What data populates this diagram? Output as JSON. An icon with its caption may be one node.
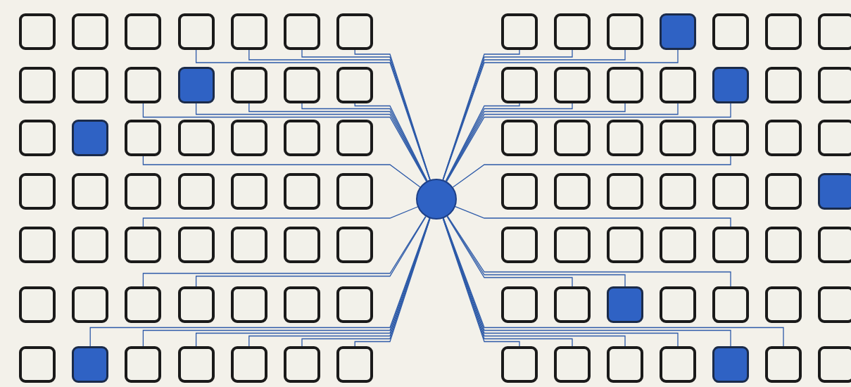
{
  "diagram": {
    "nodes": [
      {
        "text": [],
        "shape": "box"
      },
      {
        "text": [],
        "shape": "box"
      },
      {
        "text": [],
        "shape": "box"
      },
      {
        "text": [],
        "shape": "box"
      },
      {
        "text": [],
        "shape": "box"
      },
      {
        "text": [],
        "shape": "box"
      },
      {
        "text": [],
        "shape": "box"
      },
      {
        "text": [],
        "shape": "box"
      },
      {
        "text": [],
        "shape": "box"
      },
      {
        "text": [],
        "shape": "box"
      },
      {
        "text": [],
        "shape": "box"
      },
      {
        "text": [],
        "shape": "box"
      },
      {
        "text": [],
        "shape": "box"
      },
      {
        "text": [],
        "shape": "box"
      },
      {
        "text": [],
        "shape": "box"
      },
      {
        "text": [],
        "shape": "box"
      },
      {
        "text": [],
        "shape": "box"
      },
      {
        "text": [],
        "shape": "box"
      },
      {
        "text": [],
        "shape": "box"
      },
      {
        "text": [],
        "shape": "box"
      },
      {
        "text": [],
        "shape": "box"
      },
      {
        "text": [],
        "shape": "box"
      },
      {
        "text": [],
        "shape": "box"
      },
      {
        "text": [],
        "shape": "box"
      },
      {
        "text": [],
        "shape": "box"
      },
      {
        "text": [],
        "shape": "box"
      },
      {
        "text": [],
        "shape": "box"
      },
      {
        "text": [],
        "shape": "box"
      },
      {
        "text": [],
        "shape": "box"
      },
      {
        "text": [],
        "shape": "box"
      },
      {
        "text": [],
        "shape": "box"
      },
      {
        "text": [],
        "shape": "box"
      },
      {
        "text": [],
        "shape": "box"
      },
      {
        "text": [],
        "shape": "box"
      },
      {
        "text": [],
        "shape": "box"
      },
      {
        "text": [],
        "shape": "box"
      },
      {
        "text": [],
        "shape": "box"
      },
      {
        "text": [],
        "shape": "box"
      },
      {
        "text": [],
        "shape": "box"
      },
      {
        "text": [],
        "shape": "box"
      },
      {
        "text": [],
        "shape": "box"
      },
      {
        "text": [],
        "shape": "box"
      },
      {
        "text": [],
        "shape": "box"
      },
      {
        "text": [],
        "shape": "box"
      },
      {
        "text": [],
        "shape": "box"
      },
      {
        "text": [],
        "shape": "box"
      },
      {
        "text": [],
        "shape": "box"
      },
      {
        "text": [],
        "shape": "box"
      },
      {
        "text": [],
        "shape": "box"
      },
      {
        "text": [],
        "shape": "circle"
      },
      {
        "text": [],
        "shape": "box"
      },
      {
        "text": [],
        "shape": "box"
      },
      {
        "text": [],
        "shape": "box"
      },
      {
        "text": [],
        "shape": "box"
      },
      {
        "text": [],
        "shape": "box"
      },
      {
        "text": [],
        "shape": "box"
      },
      {
        "text": [],
        "shape": "box"
      },
      {
        "text": [],
        "shape": "box"
      },
      {
        "text": [],
        "shape": "box"
      },
      {
        "text": [],
        "shape": "box"
      },
      {
        "text": [],
        "shape": "box"
      },
      {
        "text": [],
        "shape": "box"
      },
      {
        "text": [],
        "shape": "box"
      },
      {
        "text": [],
        "shape": "box"
      },
      {
        "text": [],
        "shape": "box"
      },
      {
        "text": [],
        "shape": "box"
      },
      {
        "text": [],
        "shape": "box"
      },
      {
        "text": [],
        "shape": "box"
      },
      {
        "text": [],
        "shape": "box"
      },
      {
        "text": [],
        "shape": "box"
      },
      {
        "text": [],
        "shape": "box"
      },
      {
        "text": [],
        "shape": "box"
      },
      {
        "text": [],
        "shape": "box"
      },
      {
        "text": [],
        "shape": "box"
      },
      {
        "text": [],
        "shape": "box"
      },
      {
        "text": [],
        "shape": "box"
      },
      {
        "text": [],
        "shape": "box"
      },
      {
        "text": [],
        "shape": "box"
      },
      {
        "text": [],
        "shape": "box"
      },
      {
        "text": [],
        "shape": "box"
      },
      {
        "text": [],
        "shape": "box"
      },
      {
        "text": [],
        "shape": "box"
      },
      {
        "text": [],
        "shape": "box"
      },
      {
        "text": [],
        "shape": "box"
      },
      {
        "text": [],
        "shape": "box"
      },
      {
        "text": [],
        "shape": "box"
      },
      {
        "text": [],
        "shape": "box"
      },
      {
        "text": [],
        "shape": "box"
      },
      {
        "text": [],
        "shape": "box"
      },
      {
        "text": [],
        "shape": "box"
      },
      {
        "text": [],
        "shape": "box"
      },
      {
        "text": [],
        "shape": "box"
      },
      {
        "text": [],
        "shape": "box"
      },
      {
        "text": [],
        "shape": "box"
      },
      {
        "text": [],
        "shape": "box"
      },
      {
        "text": [],
        "shape": "box"
      },
      {
        "text": [],
        "shape": "box"
      },
      {
        "text": [],
        "shape": "box"
      },
      {
        "text": [],
        "shape": "box"
      }
    ],
    "edges": [
      {
        "from": 49,
        "to": 3,
        "arrow": "none"
      },
      {
        "from": 49,
        "to": 4,
        "arrow": "none"
      },
      {
        "from": 49,
        "to": 5,
        "arrow": "none"
      },
      {
        "from": 49,
        "to": 6,
        "arrow": "none"
      },
      {
        "from": 49,
        "to": 9,
        "arrow": "none"
      },
      {
        "from": 49,
        "to": 10,
        "arrow": "none"
      },
      {
        "from": 49,
        "to": 11,
        "arrow": "none"
      },
      {
        "from": 49,
        "to": 12,
        "arrow": "none"
      },
      {
        "from": 49,
        "to": 13,
        "arrow": "none"
      },
      {
        "from": 49,
        "to": 16,
        "arrow": "none"
      },
      {
        "from": 49,
        "to": 30,
        "arrow": "none"
      },
      {
        "from": 49,
        "to": 37,
        "arrow": "none"
      },
      {
        "from": 49,
        "to": 38,
        "arrow": "none"
      },
      {
        "from": 49,
        "to": 43,
        "arrow": "none"
      },
      {
        "from": 49,
        "to": 44,
        "arrow": "none"
      },
      {
        "from": 49,
        "to": 45,
        "arrow": "none"
      },
      {
        "from": 49,
        "to": 46,
        "arrow": "none"
      },
      {
        "from": 49,
        "to": 47,
        "arrow": "none"
      },
      {
        "from": 49,
        "to": 48,
        "arrow": "none"
      },
      {
        "from": 49,
        "to": 50,
        "arrow": "none"
      },
      {
        "from": 49,
        "to": 51,
        "arrow": "none"
      },
      {
        "from": 49,
        "to": 52,
        "arrow": "none"
      },
      {
        "from": 49,
        "to": 53,
        "arrow": "none"
      },
      {
        "from": 49,
        "to": 57,
        "arrow": "none"
      },
      {
        "from": 49,
        "to": 58,
        "arrow": "none"
      },
      {
        "from": 49,
        "to": 59,
        "arrow": "none"
      },
      {
        "from": 49,
        "to": 60,
        "arrow": "none"
      },
      {
        "from": 49,
        "to": 61,
        "arrow": "none"
      },
      {
        "from": 49,
        "to": 68,
        "arrow": "none"
      },
      {
        "from": 49,
        "to": 82,
        "arrow": "none"
      },
      {
        "from": 49,
        "to": 86,
        "arrow": "none"
      },
      {
        "from": 49,
        "to": 87,
        "arrow": "none"
      },
      {
        "from": 49,
        "to": 89,
        "arrow": "none"
      },
      {
        "from": 49,
        "to": 92,
        "arrow": "none"
      },
      {
        "from": 49,
        "to": 93,
        "arrow": "none"
      },
      {
        "from": 49,
        "to": 94,
        "arrow": "none"
      },
      {
        "from": 49,
        "to": 95,
        "arrow": "none"
      },
      {
        "from": 49,
        "to": 96,
        "arrow": "none"
      },
      {
        "from": 49,
        "to": 97,
        "arrow": "none"
      }
    ]
  }
}
